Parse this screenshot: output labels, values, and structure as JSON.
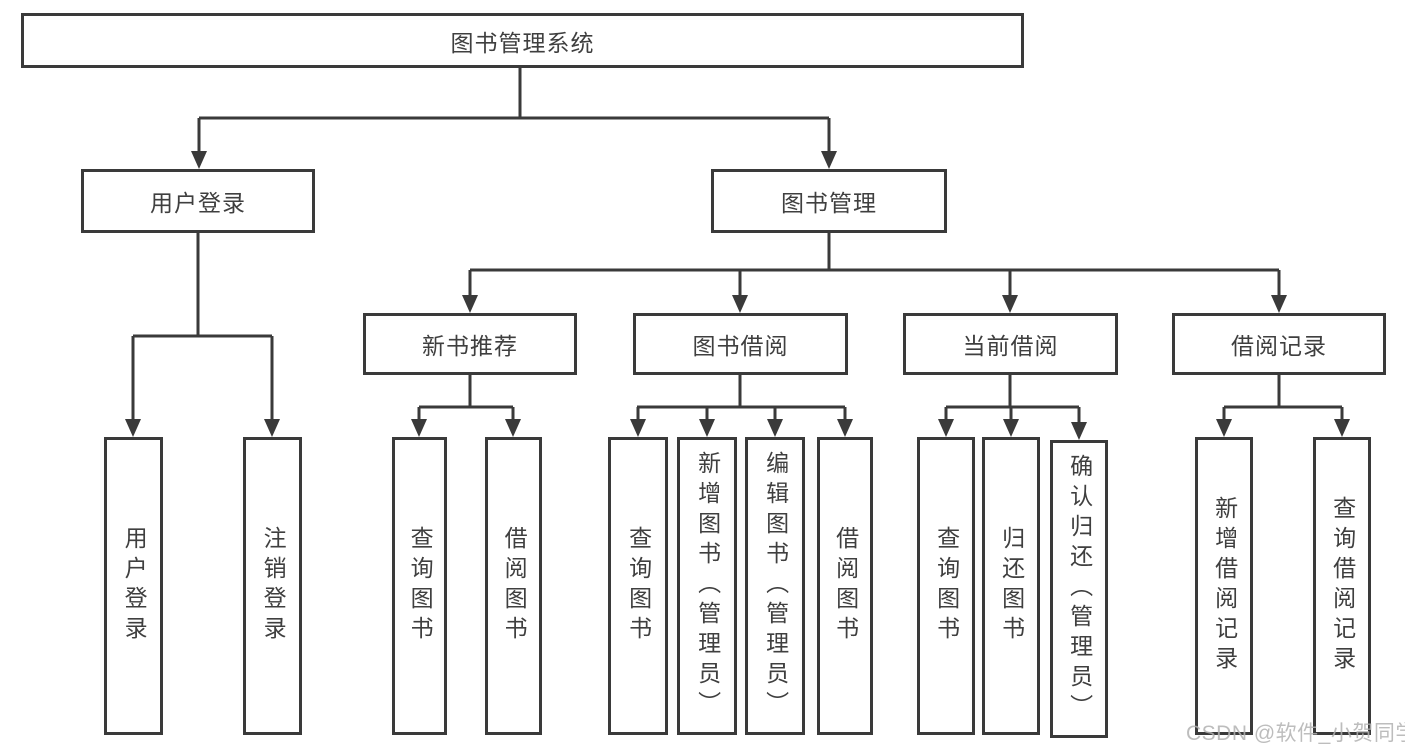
{
  "diagram": {
    "root": {
      "label": "图书管理系统"
    },
    "branches": [
      {
        "label": "用户登录",
        "children": [
          {
            "label": "用户登录"
          },
          {
            "label": "注销登录"
          }
        ]
      },
      {
        "label": "图书管理",
        "children": [
          {
            "label": "新书推荐",
            "children": [
              {
                "label": "查询图书"
              },
              {
                "label": "借阅图书"
              }
            ]
          },
          {
            "label": "图书借阅",
            "children": [
              {
                "label": "查询图书"
              },
              {
                "label": "新增图书（管理员）"
              },
              {
                "label": "编辑图书（管理员）"
              },
              {
                "label": "借阅图书"
              }
            ]
          },
          {
            "label": "当前借阅",
            "children": [
              {
                "label": "查询图书"
              },
              {
                "label": "归还图书"
              },
              {
                "label": "确认归还（管理员）"
              }
            ]
          },
          {
            "label": "借阅记录",
            "children": [
              {
                "label": "新增借阅记录"
              },
              {
                "label": "查询借阅记录"
              }
            ]
          }
        ]
      }
    ],
    "colors": {
      "line": "#3a3a3a",
      "text": "#3f3f3f",
      "background": "#ffffff",
      "watermark": "#b2b2b2"
    }
  },
  "watermark": {
    "text": "CSDN @软件_小贺同学"
  }
}
